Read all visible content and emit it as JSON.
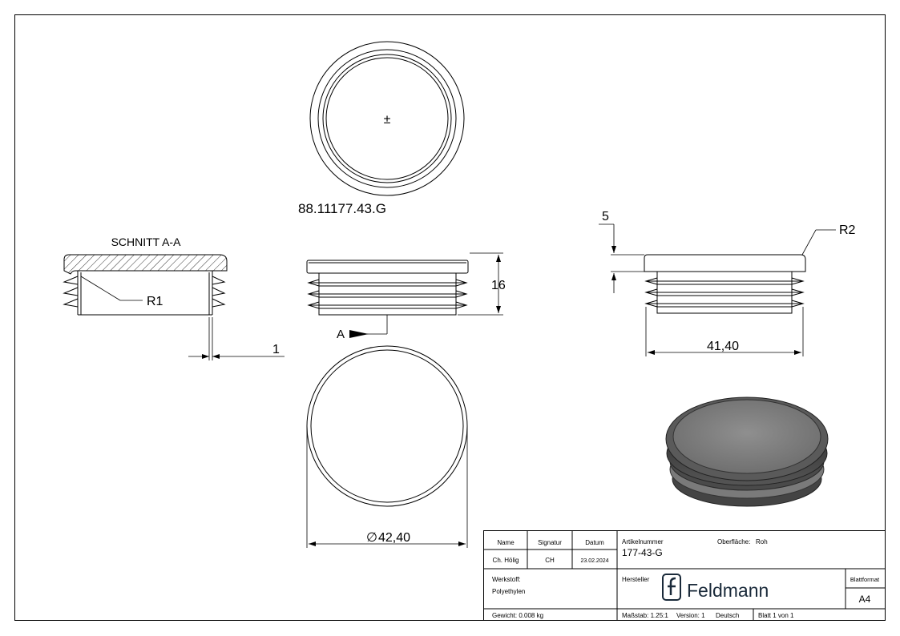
{
  "drawing": {
    "part_label": "88.11177.43.G",
    "section_title": "SCHNITT A-A",
    "section_marker": "A",
    "top_view_mark": "±"
  },
  "dimensions": {
    "r1": "R1",
    "wall": "1",
    "height": "16",
    "diameter": "42,40",
    "diameter_symbol": "∅",
    "width": "41,40",
    "top": "5",
    "r2": "R2"
  },
  "title_block": {
    "name_header": "Name",
    "signatur_header": "Signatur",
    "datum_header": "Datum",
    "name_value": "Ch. Hölig",
    "signatur_value": "CH",
    "datum_value": "23.02.2024",
    "artikel_label": "Artikelnummer",
    "artikel_value": "177-43-G",
    "oberflaeche_label": "Oberfläche:",
    "oberflaeche_value": "Roh",
    "werkstoff_label": "Werkstoff:",
    "werkstoff_value": "Polyethylen",
    "hersteller_label": "Hersteller",
    "logo_text": "Feldmann",
    "blattformat_label": "Blattformat",
    "blattformat_value": "A4",
    "gewicht": "Gewicht: 0.008 kg",
    "massstab": "Maßstab: 1.25:1",
    "version": "Version: 1",
    "sprache": "Deutsch",
    "blatt": "Blatt 1 von 1"
  },
  "colors": {
    "line": "#000000",
    "render_dark": "#3a3a3a",
    "render_mid": "#6e6e6e",
    "render_light": "#8c8c8c"
  }
}
